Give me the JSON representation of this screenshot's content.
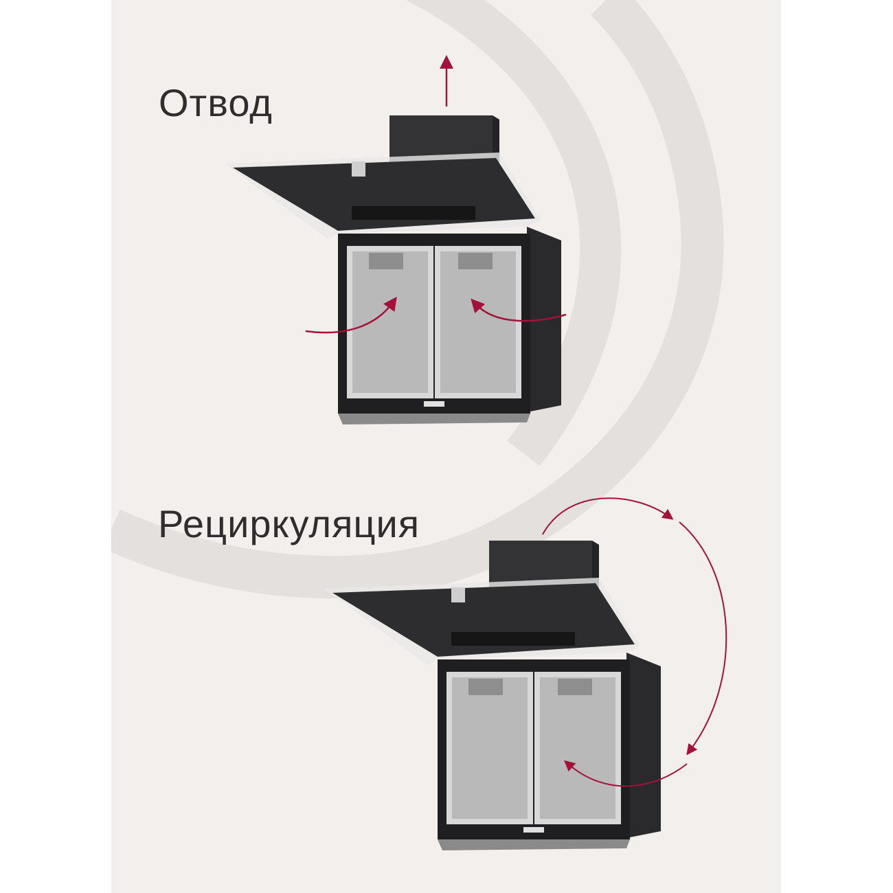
{
  "sections": [
    {
      "id": "exhaust",
      "title": "Отвод"
    },
    {
      "id": "recirculation",
      "title": "Рециркуляция"
    }
  ],
  "colors": {
    "background": "#ffffff",
    "panel": "#f3efec",
    "arc": "#e4e0dd",
    "text": "#2f2d2d",
    "arrow": "#a3123a",
    "hood_body": "#2b2b2d",
    "filter": "#bdbdbd"
  },
  "icons": {
    "airflow_up": "arrow-up-icon",
    "airflow_in": "curved-arrow-icon",
    "recirculation_loop": "circular-arrow-icon"
  }
}
